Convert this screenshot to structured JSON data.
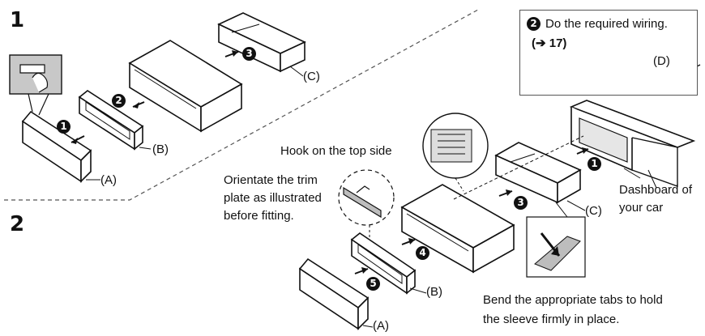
{
  "section_1": {
    "number": "1"
  },
  "section_2": {
    "number": "2"
  },
  "labels": {
    "A": "(A)",
    "B": "(B)",
    "C": "(C)",
    "D": "(D)"
  },
  "steps": [
    "1",
    "2",
    "3",
    "4",
    "5"
  ],
  "callout": {
    "step": "2",
    "text": "Do the required wiring.",
    "ref_arrow": "(➔ 17)"
  },
  "annotations": {
    "hook": "Hook on the top side",
    "orientate_line1": "Orientate the trim",
    "orientate_line2": "plate as illustrated",
    "orientate_line3": "before fitting.",
    "dashboard_line1": "Dashboard of",
    "dashboard_line2": "your car",
    "bend_line1": "Bend the appropriate tabs to hold",
    "bend_line2": "the sleeve firmly in place."
  },
  "colors": {
    "stroke": "#111111",
    "gray": "#b5b5b5",
    "badge": "#111111"
  }
}
